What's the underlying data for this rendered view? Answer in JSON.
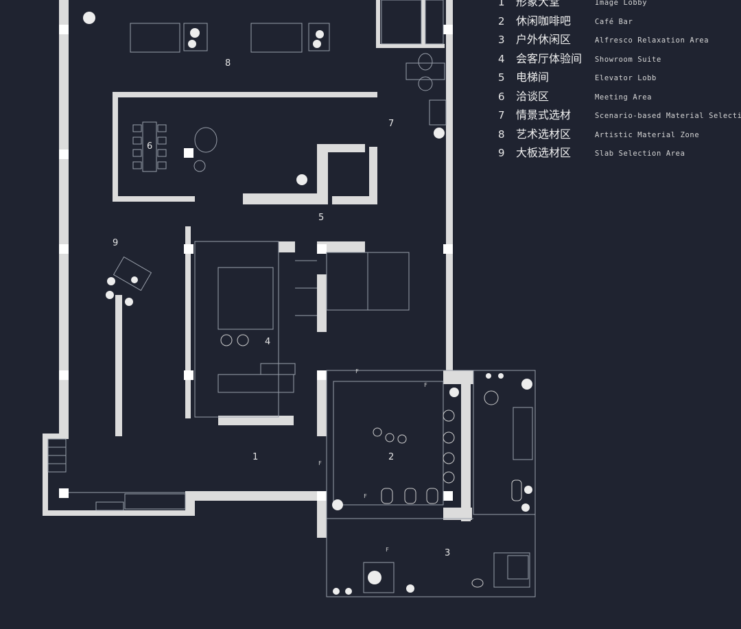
{
  "legend": [
    {
      "num": "1",
      "cn": "形象大堂",
      "en": "Image Lobby"
    },
    {
      "num": "2",
      "cn": "休闲咖啡吧",
      "en": "Café Bar"
    },
    {
      "num": "3",
      "cn": "户外休闲区",
      "en": "Alfresco Relaxation Area"
    },
    {
      "num": "4",
      "cn": "会客厅体验间",
      "en": "Showroom Suite"
    },
    {
      "num": "5",
      "cn": "电梯间",
      "en": "Elevator Lobb"
    },
    {
      "num": "6",
      "cn": "洽谈区",
      "en": "Meeting Area"
    },
    {
      "num": "7",
      "cn": "情景式选材",
      "en": "Scenario-based Material Selection"
    },
    {
      "num": "8",
      "cn": "艺术选材区",
      "en": "Artistic Material Zone"
    },
    {
      "num": "9",
      "cn": "大板选材区",
      "en": "Slab Selection Area"
    }
  ],
  "zones": {
    "z1": "1",
    "z2": "2",
    "z3": "3",
    "z4": "4",
    "z5": "5",
    "z6": "6",
    "z7": "7",
    "z8": "8",
    "z9": "9"
  },
  "door_mark": "F",
  "colors": {
    "background": "#1f2330",
    "wall": "#e4e4e4",
    "line": "#9aa0ab",
    "text": "#e8e8e8"
  }
}
